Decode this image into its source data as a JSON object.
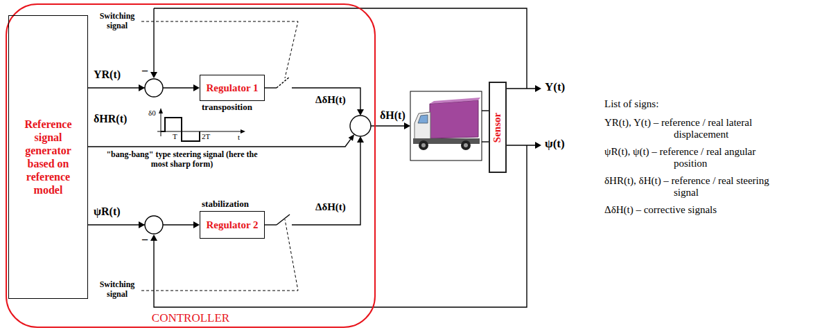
{
  "diagram": {
    "nodes": [
      {
        "text": [
          "CONTROLLER"
        ]
      },
      {
        "text": [
          "Reference signal generator based on reference model"
        ],
        "in": 0
      },
      {
        "text": [
          "Regulator 1",
          "transposition"
        ],
        "in": 0
      },
      {
        "text": [
          "stabilization",
          "Regulator 2"
        ],
        "in": 0
      },
      {
        "text": [
          "Sensor"
        ]
      }
    ],
    "edges": [
      {
        "from": 1,
        "to": 2,
        "arrow": "to",
        "label": "YR(t)"
      },
      {
        "from": 1,
        "to": 3,
        "arrow": "to",
        "label": "ψR(t)"
      }
    ],
    "labels": [
      "Switching signal",
      "–",
      "δHR(t)",
      "δ0",
      "T",
      "2T",
      "t",
      "\"bang-bang\" type steering signal (here the most sharp form)",
      "ΔδH(t)",
      "δH(t)",
      "ΔδH(t)",
      "Switching signal",
      "–",
      "Y(t)",
      "ψ(t)",
      "List of signs:",
      "YR(t), Y(t) – reference / real lateral displacement",
      "ψR(t), ψ(t) – reference / real angular position",
      "δHR(t), δH(t) – reference / real steering signal",
      "ΔδH(t) – corrective signals"
    ]
  }
}
